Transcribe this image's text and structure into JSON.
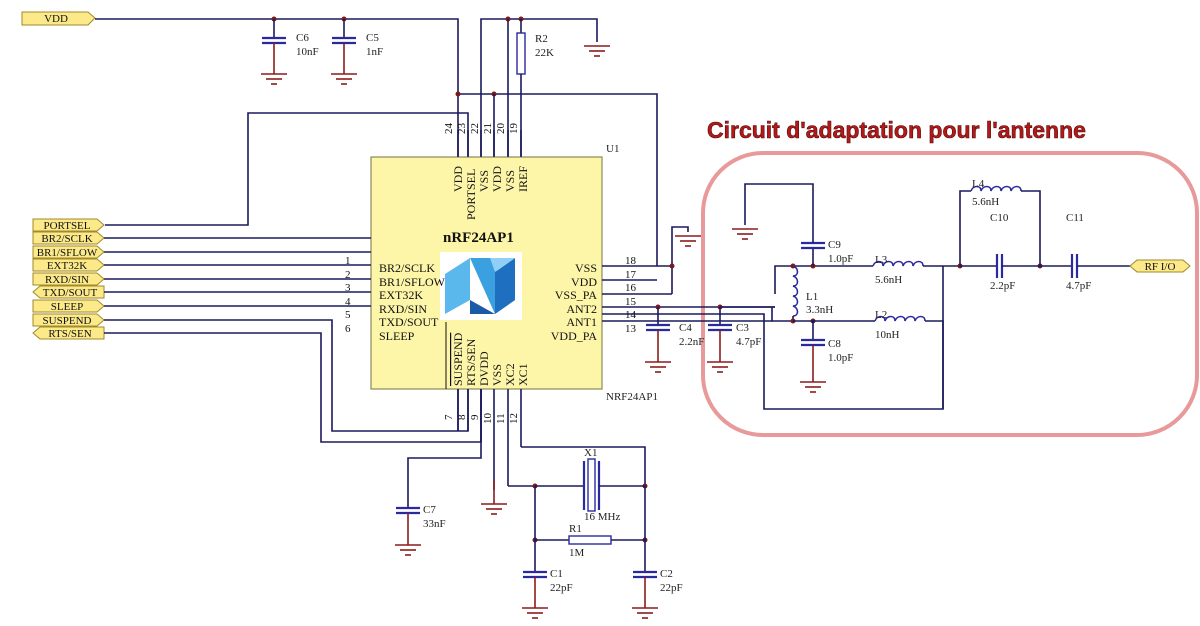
{
  "title": "Circuit d'adaptation pour l'antenne",
  "chip": {
    "ref": "U1",
    "name": "nRF24AP1",
    "part": "NRF24AP1",
    "left_pins": [
      {
        "num": "1",
        "name": "BR2/SCLK"
      },
      {
        "num": "2",
        "name": "BR1/SFLOW"
      },
      {
        "num": "3",
        "name": "EXT32K"
      },
      {
        "num": "4",
        "name": "RXD/SIN"
      },
      {
        "num": "5",
        "name": "TXD/SOUT"
      },
      {
        "num": "6",
        "name": "SLEEP"
      }
    ],
    "right_pins": [
      {
        "num": "18",
        "name": "VSS"
      },
      {
        "num": "17",
        "name": "VDD"
      },
      {
        "num": "16",
        "name": "VSS_PA"
      },
      {
        "num": "15",
        "name": "ANT2"
      },
      {
        "num": "14",
        "name": "ANT1"
      },
      {
        "num": "13",
        "name": "VDD_PA"
      }
    ],
    "top_pins": [
      {
        "num": "24",
        "name": "VDD"
      },
      {
        "num": "23",
        "name": "PORTSEL"
      },
      {
        "num": "22",
        "name": "VSS"
      },
      {
        "num": "21",
        "name": "VDD"
      },
      {
        "num": "20",
        "name": "VSS"
      },
      {
        "num": "19",
        "name": "IREF"
      }
    ],
    "bottom_pins": [
      {
        "num": "7",
        "name": "SUSPEND"
      },
      {
        "num": "8",
        "name": "RTS/SEN"
      },
      {
        "num": "9",
        "name": "DVDD"
      },
      {
        "num": "10",
        "name": "VSS"
      },
      {
        "num": "11",
        "name": "XC2"
      },
      {
        "num": "12",
        "name": "XC1"
      }
    ]
  },
  "ports": [
    {
      "name": "VDD"
    },
    {
      "name": "PORTSEL"
    },
    {
      "name": "BR2/SCLK"
    },
    {
      "name": "BR1/SFLOW"
    },
    {
      "name": "EXT32K"
    },
    {
      "name": "RXD/SIN"
    },
    {
      "name": "TXD/SOUT"
    },
    {
      "name": "SLEEP"
    },
    {
      "name": "SUSPEND"
    },
    {
      "name": "RTS/SEN"
    },
    {
      "name": "RF I/O"
    }
  ],
  "components": {
    "C6": {
      "ref": "C6",
      "value": "10nF"
    },
    "C5": {
      "ref": "C5",
      "value": "1nF"
    },
    "R2": {
      "ref": "R2",
      "value": "22K"
    },
    "C4": {
      "ref": "C4",
      "value": "2.2nF"
    },
    "C3": {
      "ref": "C3",
      "value": "4.7pF"
    },
    "C9": {
      "ref": "C9",
      "value": "1.0pF"
    },
    "L3": {
      "ref": "L3",
      "value": "5.6nH"
    },
    "L4": {
      "ref": "L4",
      "value": "5.6nH"
    },
    "C10": {
      "ref": "C10",
      "value": "2.2pF"
    },
    "C11": {
      "ref": "C11",
      "value": "4.7pF"
    },
    "L1": {
      "ref": "L1",
      "value": "3.3nH"
    },
    "L2": {
      "ref": "L2",
      "value": "10nH"
    },
    "C8": {
      "ref": "C8",
      "value": "1.0pF"
    },
    "C7": {
      "ref": "C7",
      "value": "33nF"
    },
    "X1": {
      "ref": "X1",
      "value": "16 MHz"
    },
    "R1": {
      "ref": "R1",
      "value": "1M"
    },
    "C1": {
      "ref": "C1",
      "value": "22pF"
    },
    "C2": {
      "ref": "C2",
      "value": "22pF"
    }
  }
}
